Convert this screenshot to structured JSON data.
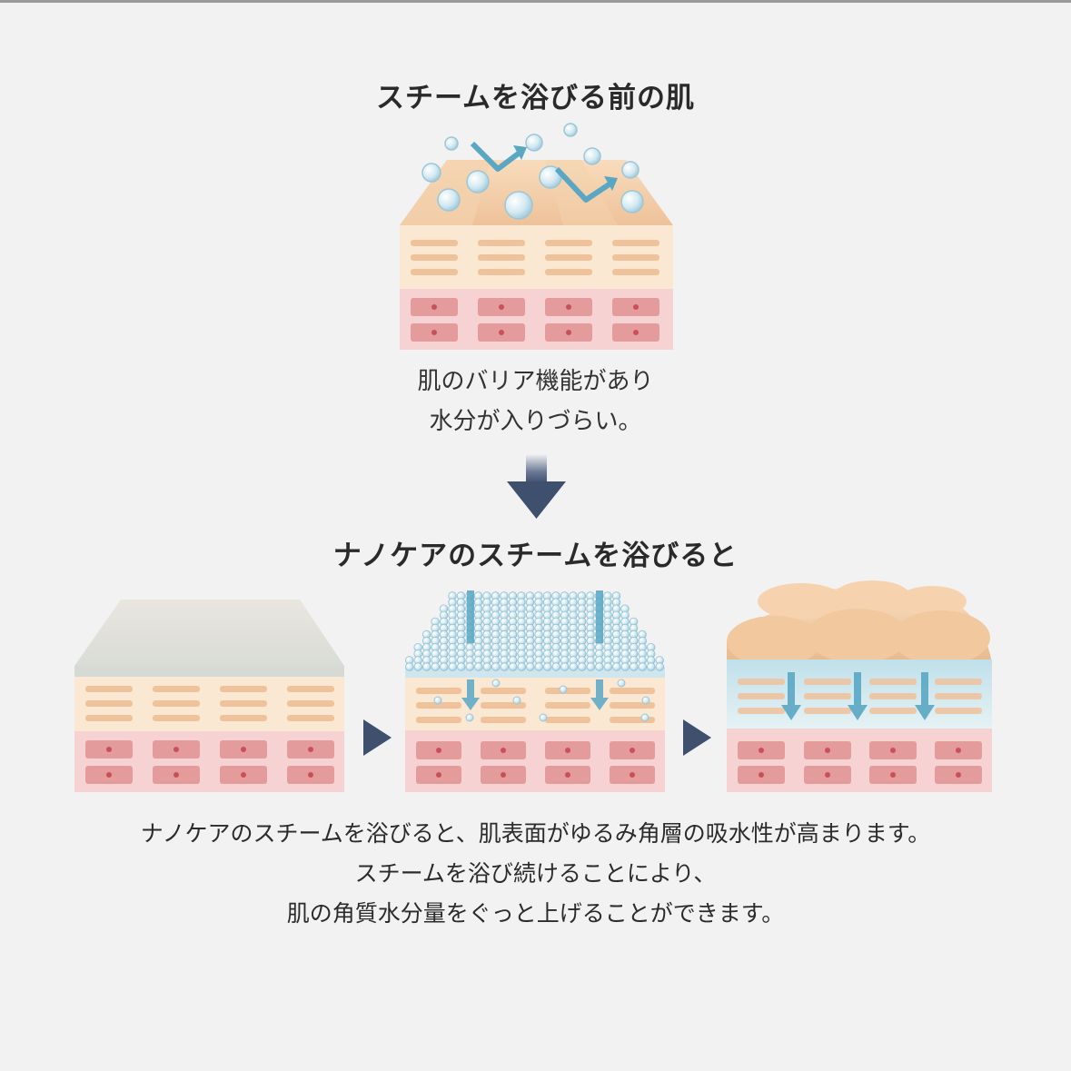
{
  "heading_before": "スチームを浴びる前の肌",
  "caption_before": [
    "肌のバリア機能があり",
    "水分が入りづらい。"
  ],
  "heading_after": "ナノケアのスチームを浴びると",
  "description": [
    "ナノケアのスチームを浴びると、肌表面がゆるみ角層の吸水性が高まります。",
    "スチームを浴び続けることにより、",
    "肌の角質水分量をぐっと上げることができます。"
  ],
  "colors": {
    "background": "#f2f2f2",
    "arrow_navy": "#3f4f6e",
    "water_blue": "#5aa7c4",
    "skin_top": "#f0c99e",
    "epidermis": "#fbe8d3",
    "dermis": "#f6d2d2",
    "cell_red": "#e49b9b"
  },
  "icons": [
    "down-arrow-icon",
    "right-arrow-icon",
    "water-droplet-icon",
    "moisture-arrow-icon"
  ]
}
